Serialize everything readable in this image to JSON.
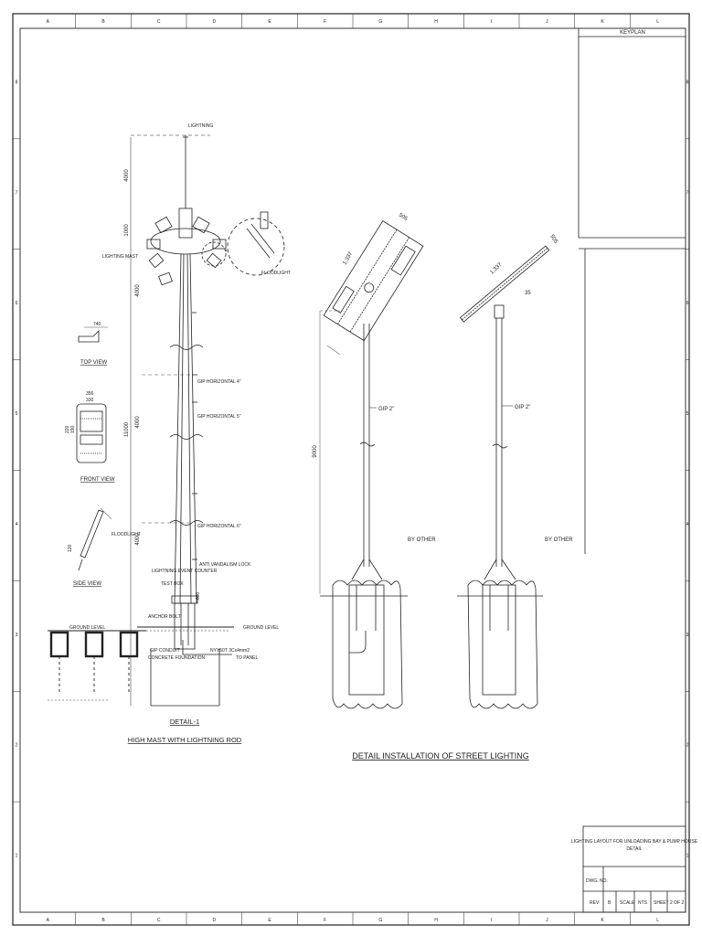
{
  "grid": {
    "columns": [
      "A",
      "B",
      "C",
      "D",
      "E",
      "F",
      "G",
      "H",
      "I",
      "J",
      "K",
      "L"
    ],
    "rows": [
      "8",
      "7",
      "6",
      "5",
      "4",
      "3",
      "2",
      "1"
    ]
  },
  "keyplan": {
    "label": "KEYPLAN"
  },
  "detail1": {
    "number": "DETAIL-1",
    "title": "HIGH MAST WITH LIGHTNING ROD",
    "labels": {
      "lightning_rod": "LIGHTNING",
      "lighting_mast": "LIGHTING MAST",
      "floodlight": "FLOODLIGHT",
      "gip1": "GIP HORIZONTAL 4\"",
      "gip2": "GIP HORIZONTAL 5\"",
      "gip3": "GIP HORIZONTAL 6\"",
      "lightning_event_counter": "LIGHTNING EVENT COUNTER",
      "test_box": "TEST BOX",
      "anti_vandalism_lock": "ANTI VANDALISM LOCK",
      "anchor_bolt": "ANCHOR BOLT",
      "ground_level": "GROUND LEVEL",
      "conduit": "GIP CONDUIT",
      "foundation": "CONCRETE FOUNDATION",
      "cable": "NYY50T 3Cx4mm2",
      "to_panel": "TO PANEL",
      "ground_level_left": "GROUND LEVEL"
    },
    "dimensions": [
      "4000",
      "1000",
      "4000",
      "4000",
      "11000",
      "4000",
      "600"
    ]
  },
  "views": {
    "top": "TOP VIEW",
    "front": "FRONT VIEW",
    "side": "SIDE VIEW",
    "top_dim": "740",
    "front_dims": [
      "356",
      "330",
      "220",
      "190"
    ],
    "side_dim": "120",
    "side_label": "FLOODLIGHT"
  },
  "detail2": {
    "title": "DETAIL INSTALLATION OF STREET LIGHTING",
    "panel_left": {
      "length": "1,337",
      "width": "505"
    },
    "panel_right": {
      "length": "1,337",
      "width": "505",
      "depth": "35"
    },
    "gip_left": "GIP 2\"",
    "gip_right": "GIP 2\"",
    "height": "9000",
    "by_other_left": "BY OTHER",
    "by_other_right": "BY OTHER"
  },
  "title_block": {
    "drawing_title": "LIGHTING LAYOUT FOR UNLOADING BAY & PUMP HOUSE",
    "drawing_subtitle": "DETAIL",
    "dwg_no_label": "DWG. NO.",
    "rev_label": "REV",
    "rev_value": "B",
    "scale_label": "SCALE",
    "scale_value": "NTS",
    "sheet_label": "SHEET",
    "sheet_value": "2 OF 2"
  }
}
